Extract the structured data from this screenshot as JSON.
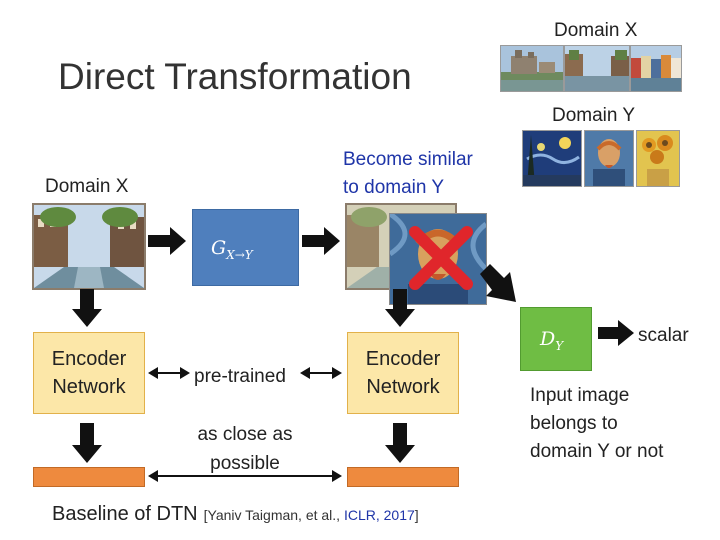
{
  "title": "Direct Transformation",
  "top_right": {
    "domain_x_label": "Domain X",
    "domain_y_label": "Domain Y"
  },
  "left_domain_label": "Domain X",
  "become_similar": [
    "Become similar",
    "to domain Y"
  ],
  "generator_symbol": {
    "base": "G",
    "sub": "X→Y"
  },
  "discriminator_symbol": {
    "base": "D",
    "sub": "Y"
  },
  "scalar_label": "scalar",
  "encoder_left": [
    "Encoder",
    "Network"
  ],
  "encoder_right": [
    "Encoder",
    "Network"
  ],
  "pretrained_label": "pre-trained",
  "close_label": [
    "as close as",
    "possible"
  ],
  "discriminator_note": [
    "Input image",
    "belongs to",
    "domain Y or not"
  ],
  "caption": {
    "main": "Baseline of DTN",
    "ref_open": "[Yaniv Taigman, et al., ",
    "ref_venue": "ICLR, 2017",
    "ref_close": "]"
  },
  "colors": {
    "generator": "#4f7fbd",
    "discriminator": "#6fbd44",
    "encoder": "#fce7a8",
    "embedding_bar": "#ee8a3e",
    "cross": "#e0262b",
    "highlight_text": "#1f35a8"
  },
  "icons": [
    "arrow-right-icon",
    "arrow-down-icon",
    "double-arrow-icon",
    "cross-icon"
  ]
}
